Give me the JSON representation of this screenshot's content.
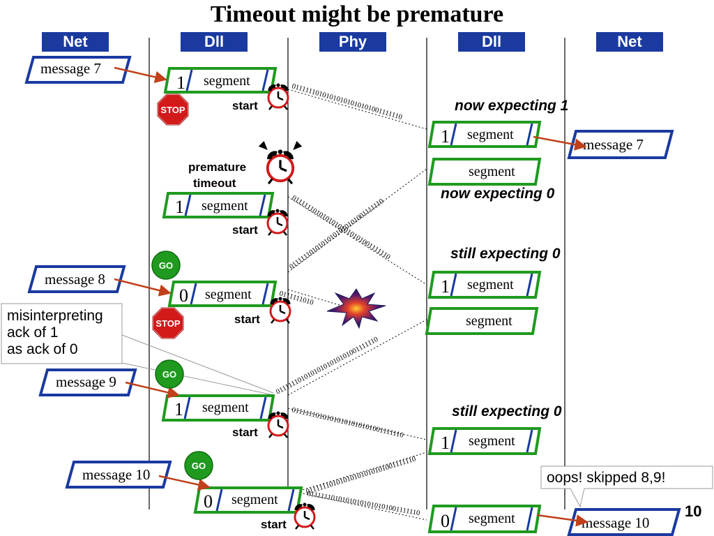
{
  "title": "Timeout might be premature",
  "headers": [
    "Net",
    "Dll",
    "Phy",
    "Dll",
    "Net"
  ],
  "messages": {
    "m7_left": "message 7",
    "m8_left": "message 8",
    "m9_left": "message 9",
    "m10_left": "message 10",
    "m7_right": "message 7",
    "m10_right": "message 10"
  },
  "segment_label": "segment",
  "sender_frames": [
    "1",
    "1",
    "0",
    "1",
    "0"
  ],
  "receiver_frames": [
    "1",
    "",
    "1",
    "",
    "1",
    "0"
  ],
  "bit_string": "01111110101010101010101001111110",
  "bit_partial": "0111111010",
  "labels": {
    "start": "start",
    "premature_1": "premature",
    "premature_2": "timeout",
    "misinterpret_1": "misinterpreting",
    "misinterpret_2": "ack of 1",
    "misinterpret_3": "as ack of 0",
    "oops": "oops! skipped 8,9!",
    "stop": "STOP",
    "go": "GO"
  },
  "expecting": {
    "e1": "now expecting 1",
    "e2": "now expecting 0",
    "e3": "still expecting 0",
    "e4": "still expecting 0"
  },
  "page_number": "10",
  "colors": {
    "header_bg": "#1a3aa0",
    "message_border": "#1a3aa0",
    "frame_border": "#1f9a1f",
    "arrow": "#c0401a",
    "stop": "#d21a1a",
    "go": "#1f9a1f"
  },
  "icons": [
    "stop-sign-icon",
    "go-sign-icon",
    "alarm-clock-icon",
    "explosion-icon"
  ]
}
